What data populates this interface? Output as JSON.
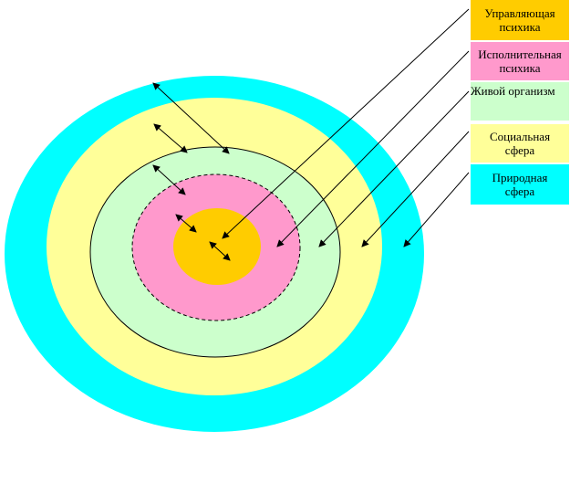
{
  "legend": [
    {
      "label": "Управляющая\nпсихика",
      "color": "#ffcc00"
    },
    {
      "label": "Исполнительная\nпсихика",
      "color": "#ff99cc"
    },
    {
      "label": "Живой организм",
      "color": "#ccffcc"
    },
    {
      "label": "Социальная\nсфера",
      "color": "#ffff99"
    },
    {
      "label": "Природная\nсфера",
      "color": "#00ffff"
    }
  ],
  "rings": {
    "outer_color": "#00ffff",
    "social_color": "#ffff99",
    "organism_color": "#ccffcc",
    "executive_color": "#ff99cc",
    "core_color": "#ffcc00"
  }
}
